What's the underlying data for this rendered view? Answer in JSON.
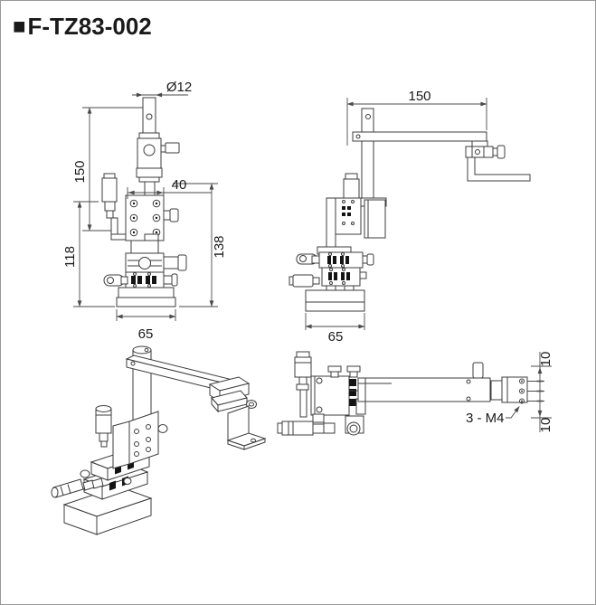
{
  "title": {
    "bullet": "■",
    "part_number": "F-TZ83-002"
  },
  "views": {
    "front": {
      "dims": {
        "shaft_diameter": "Ø12",
        "post_height": "150",
        "platform_width": "40",
        "body_height": "118",
        "overall_height": "138",
        "base_width": "65"
      }
    },
    "side": {
      "dims": {
        "arm_length": "150",
        "base_width": "65"
      }
    },
    "top": {
      "dims": {
        "edge_offset_top": "10",
        "edge_offset_bottom": "10"
      },
      "hole_callout": "3 - M4"
    }
  },
  "colors": {
    "outline": "#3c3c3c",
    "dim": "#4a4a4a",
    "text": "#1a1a1a",
    "rail": "#141414",
    "border": "#999999",
    "bg": "#ffffff"
  }
}
